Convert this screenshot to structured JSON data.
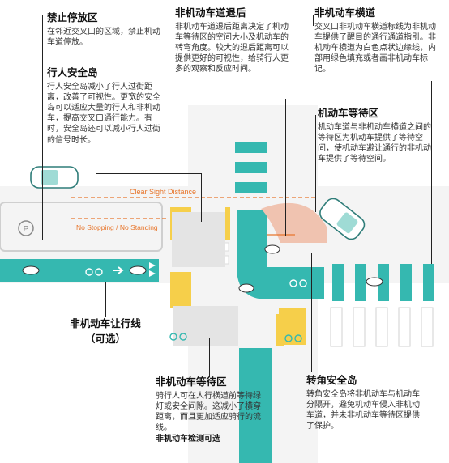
{
  "callouts": {
    "no_stopping_zone": {
      "title": "禁止停放区",
      "body": "在邻近交叉口的区域，禁止机动车道停放。"
    },
    "pedestrian_island": {
      "title": "行人安全岛",
      "body": "行人安全岛减小了行人过街距离，改善了可视性。更宽的安全岛可以适应大量的行人和非机动车，提高交叉口通行能力。有时，安全岛还可以减小行人过街的信号时长。"
    },
    "bike_setback": {
      "title": "非机动车道退后",
      "body": "非机动车道退后距离决定了机动车等待区的空间大小及机动车的转弯角度。较大的退后距离可以提供更好的可视性，给骑行人更多的观察和反应时间。"
    },
    "bike_crossing": {
      "title": "非机动车横道",
      "body": "交叉口非机动车横道标线为非机动车提供了醒目的通行通道指引。非机动车横道为白色点状边缘线，内部用绿色填充或者画非机动车标记。"
    },
    "car_waiting_area": {
      "title": "机动车等待区",
      "body": "机动车道与非机动车横道之间的等待区为机动车提供了等待空间，使机动车避让通行的非机动车提供了等待空间。"
    },
    "yield_line": {
      "title": "非机动车让行线",
      "subtitle": "（可选）"
    },
    "bike_waiting_area": {
      "title": "非机动车等待区",
      "body": "骑行人可在人行横道前等待绿灯或安全间隙。这减小了横穿距离，而且更加适应骑行的流线。",
      "note": "非机动车检测可选"
    },
    "corner_island": {
      "title": "转角安全岛",
      "body": "转角安全岛将非机动车与机动车分隔开，避免机动车侵入非机动车道，并未非机动车等待区提供了保护。"
    }
  },
  "diagram": {
    "clear_sight_label": "Clear Sight Distance",
    "no_stopping_label": "No Stopping / No Standing",
    "parking_sign": "P"
  },
  "colors": {
    "teal": "#35b8b0",
    "teal_light": "#9fdbd5",
    "orange": "#e8762c",
    "yellow_tactile": "#f6cf4a",
    "corner_salmon": "#f0c3b0",
    "road_gray": "#f2f2f2",
    "curb_gray": "#d8d8d8"
  },
  "icons": [
    "bicycle-icon",
    "car-icon",
    "parking-sign-icon",
    "arrow-right-icon",
    "yield-triangle-icon"
  ]
}
